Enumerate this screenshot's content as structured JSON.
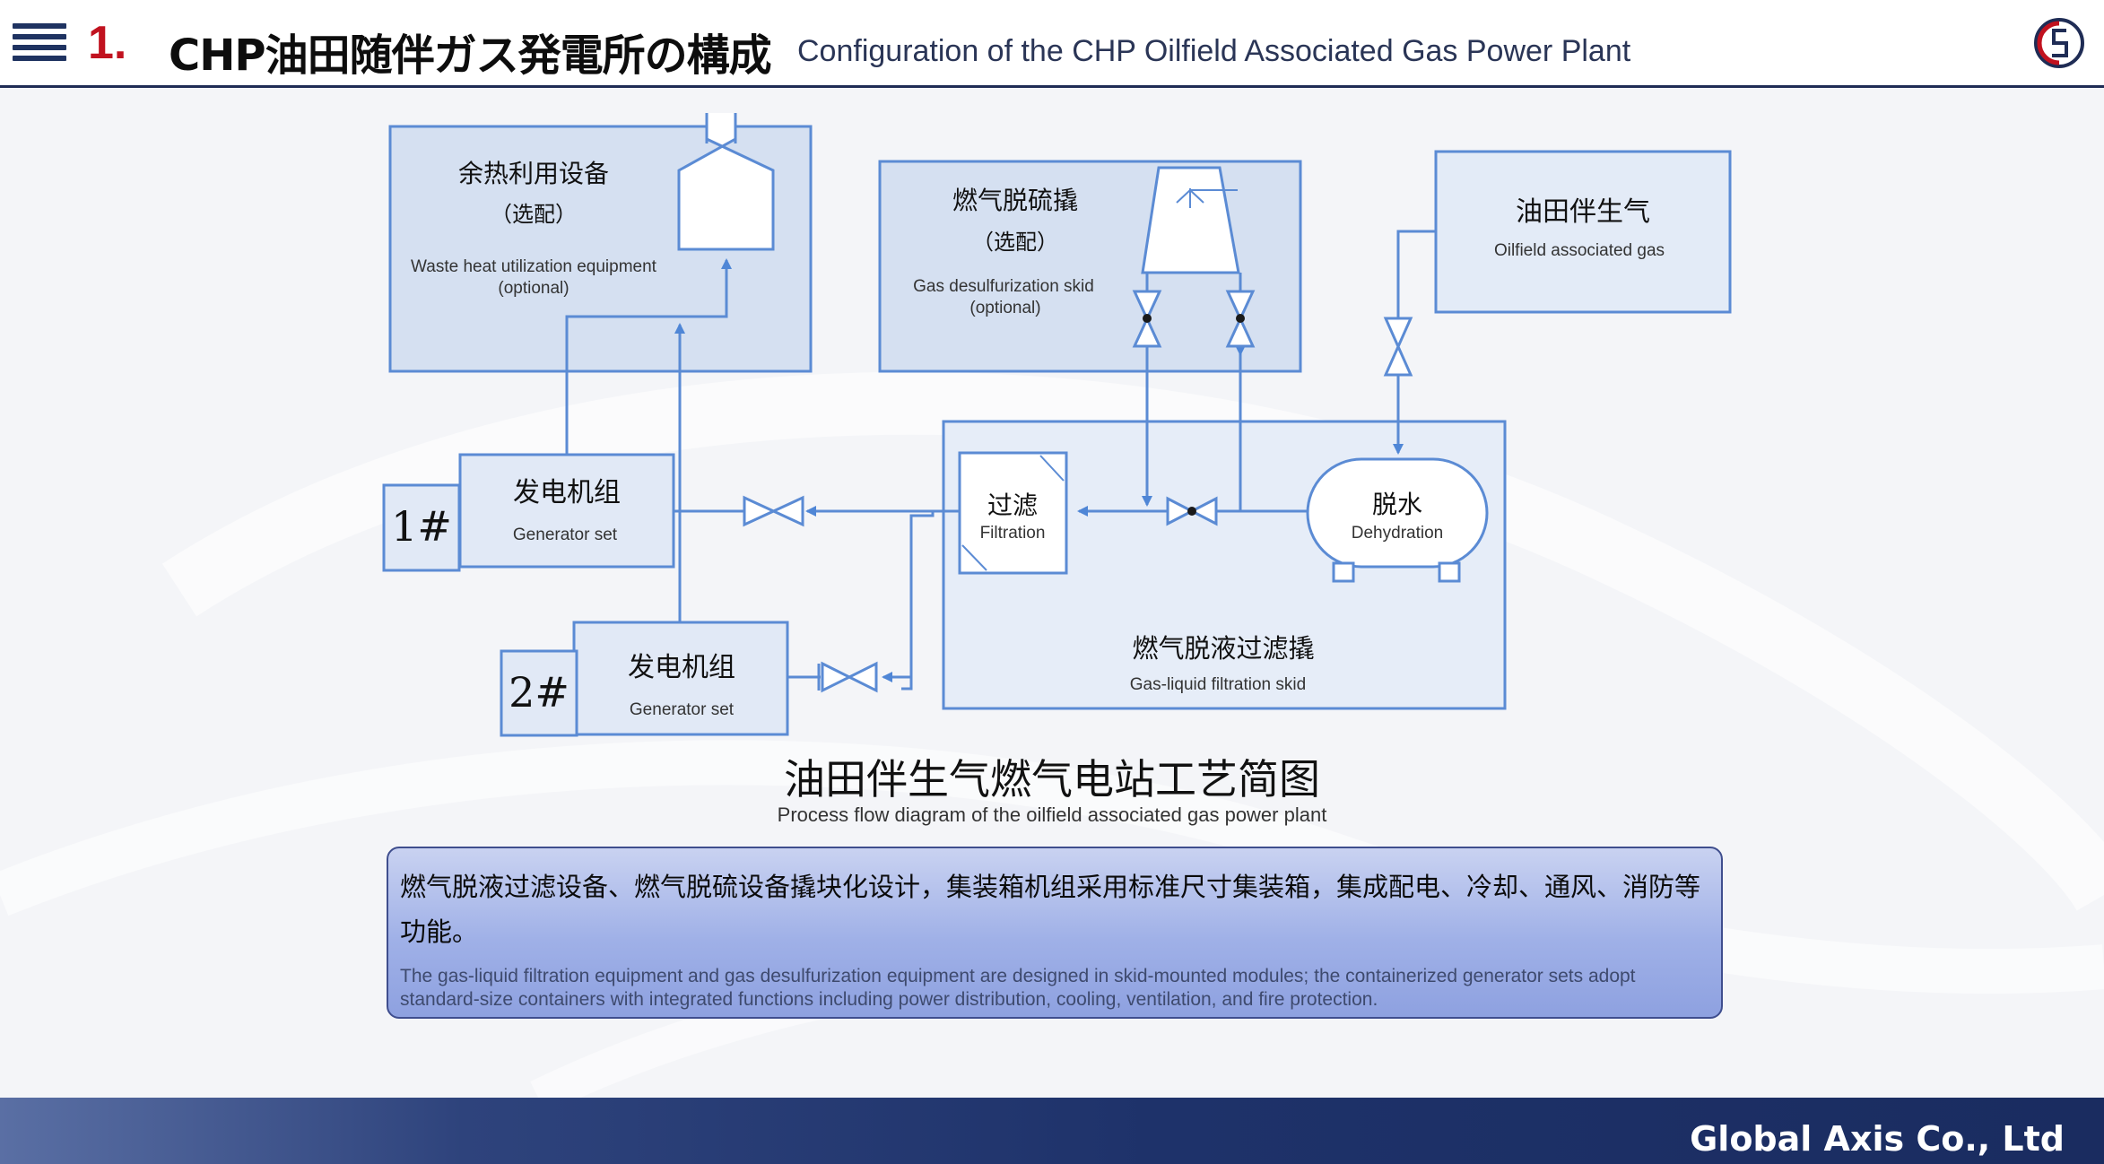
{
  "header": {
    "number": "1.",
    "title_jp": "CHP油田随伴ガス発電所の構成",
    "title_en": "Configuration of the CHP Oilfield Associated Gas Power Plant",
    "logo": "company-logo"
  },
  "diagram": {
    "waste_heat": {
      "cn": "余热利用设备",
      "cn_sub": "（选配）",
      "en1": "Waste heat utilization equipment",
      "en2": "(optional)"
    },
    "desulf": {
      "cn": "燃气脱硫撬",
      "cn_sub": "（选配）",
      "en1": "Gas desulfurization skid",
      "en2": "(optional)"
    },
    "gas_source": {
      "cn": "油田伴生气",
      "en": "Oilfield associated gas"
    },
    "gen1": {
      "tag": "1#",
      "cn": "发电机组",
      "en": "Generator set"
    },
    "gen2": {
      "tag": "2#",
      "cn": "发电机组",
      "en": "Generator set"
    },
    "filtration": {
      "cn": "过滤",
      "en": "Filtration"
    },
    "dehydration": {
      "cn": "脱水",
      "en": "Dehydration"
    },
    "skid": {
      "cn": "燃气脱液过滤撬",
      "en": "Gas-liquid filtration skid"
    }
  },
  "caption": {
    "cn": "油田伴生气燃气电站工艺简图",
    "en": "Process flow diagram of the oilfield associated gas power plant"
  },
  "note": {
    "cn": "燃气脱液过滤设备、燃气脱硫设备撬块化设计，集装箱机组采用标准尺寸集装箱，集成配电、冷却、通风、消防等功能。",
    "en": "The gas-liquid filtration equipment and gas desulfurization equipment are designed in skid-mounted modules; the containerized generator sets adopt standard-size containers with integrated functions including power distribution, cooling, ventilation, and fire protection."
  },
  "footer": {
    "company": "Global Axis Co., Ltd"
  },
  "colors": {
    "accent_red": "#c1121f",
    "navy": "#1f2c55",
    "line_blue": "#5b8bd4",
    "box_fill": "#dde6f4"
  }
}
